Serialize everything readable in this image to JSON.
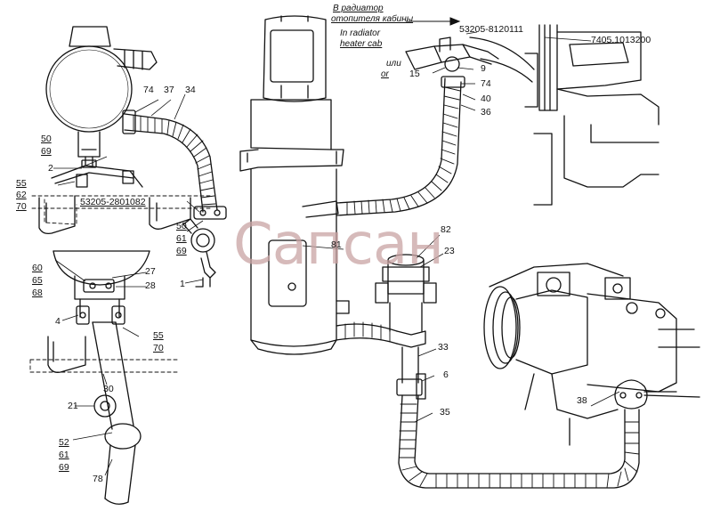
{
  "watermark": "Сапсан",
  "captions": {
    "ru_line1": "В радиатор",
    "ru_line2": "отопителя кабины",
    "en_line1": "In radiator",
    "en_line2": "heater cab",
    "ili": "или",
    "or": "or"
  },
  "part_numbers": {
    "valve": "53205-8120111",
    "pump": "7405.1013200",
    "bracket": "53205-2801082"
  },
  "callouts": {
    "c1": "1",
    "c2": "2",
    "c4": "4",
    "c6": "6",
    "c9": "9",
    "c15": "15",
    "c21": "21",
    "c23": "23",
    "c27": "27",
    "c28": "28",
    "c30": "30",
    "c33": "33",
    "c34": "34",
    "c35": "35",
    "c36": "36",
    "c37": "37",
    "c38": "38",
    "c40": "40",
    "c50a": "50",
    "c69a": "69",
    "c55a": "55",
    "c62": "62",
    "c70a": "70",
    "c50b": "50",
    "c61a": "61",
    "c69b": "69",
    "c60": "60",
    "c65": "65",
    "c68": "68",
    "c55b": "55",
    "c70b": "70",
    "c52": "52",
    "c61b": "61",
    "c69c": "69",
    "c74a": "74",
    "c74b": "74",
    "c78": "78",
    "c81": "81",
    "c82": "82"
  }
}
